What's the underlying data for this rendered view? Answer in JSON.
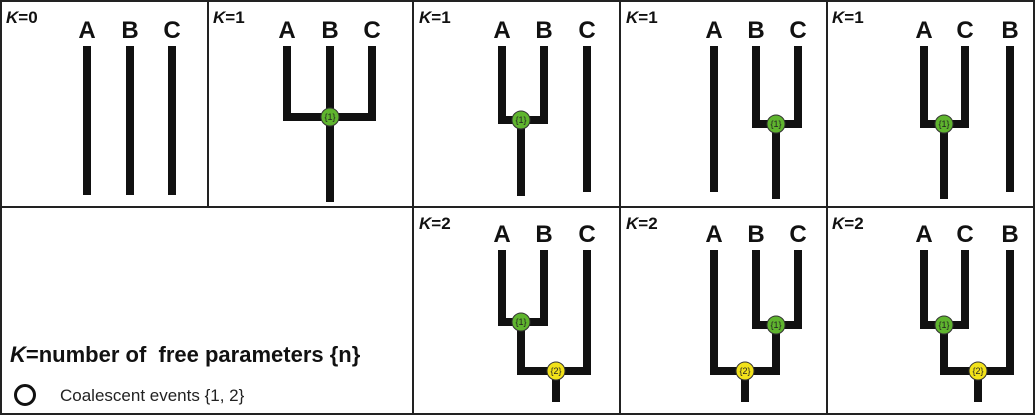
{
  "colors": {
    "branch": "#111111",
    "node_first": "#5fb52e",
    "node_second": "#f2e21a",
    "border": "#222222"
  },
  "panels": [
    {
      "k_var": "K",
      "k_value": "=0",
      "leaves": [
        "A",
        "B",
        "C"
      ],
      "nodes": []
    },
    {
      "k_var": "K",
      "k_value": "=1",
      "leaves": [
        "A",
        "B",
        "C"
      ],
      "nodes": [
        "{1}"
      ]
    },
    {
      "k_var": "K",
      "k_value": "=1",
      "leaves": [
        "A",
        "B",
        "C"
      ],
      "nodes": [
        "{1}"
      ]
    },
    {
      "k_var": "K",
      "k_value": "=1",
      "leaves": [
        "A",
        "B",
        "C"
      ],
      "nodes": [
        "{1}"
      ]
    },
    {
      "k_var": "K",
      "k_value": "=1",
      "leaves": [
        "A",
        "C",
        "B"
      ],
      "nodes": [
        "{1}"
      ]
    },
    {
      "k_var": "K",
      "k_value": "=2",
      "leaves": [
        "A",
        "B",
        "C"
      ],
      "nodes": [
        "{1}",
        "{2}"
      ]
    },
    {
      "k_var": "K",
      "k_value": "=2",
      "leaves": [
        "A",
        "B",
        "C"
      ],
      "nodes": [
        "{1}",
        "{2}"
      ]
    },
    {
      "k_var": "K",
      "k_value": "=2",
      "leaves": [
        "A",
        "C",
        "B"
      ],
      "nodes": [
        "{1}",
        "{2}"
      ]
    }
  ],
  "legend": {
    "title_var": "K",
    "title_rest": "=number of  free parameters {n}",
    "events_label": "Coalescent events {1, 2}",
    "circle_icon": "empty-circle-icon"
  }
}
